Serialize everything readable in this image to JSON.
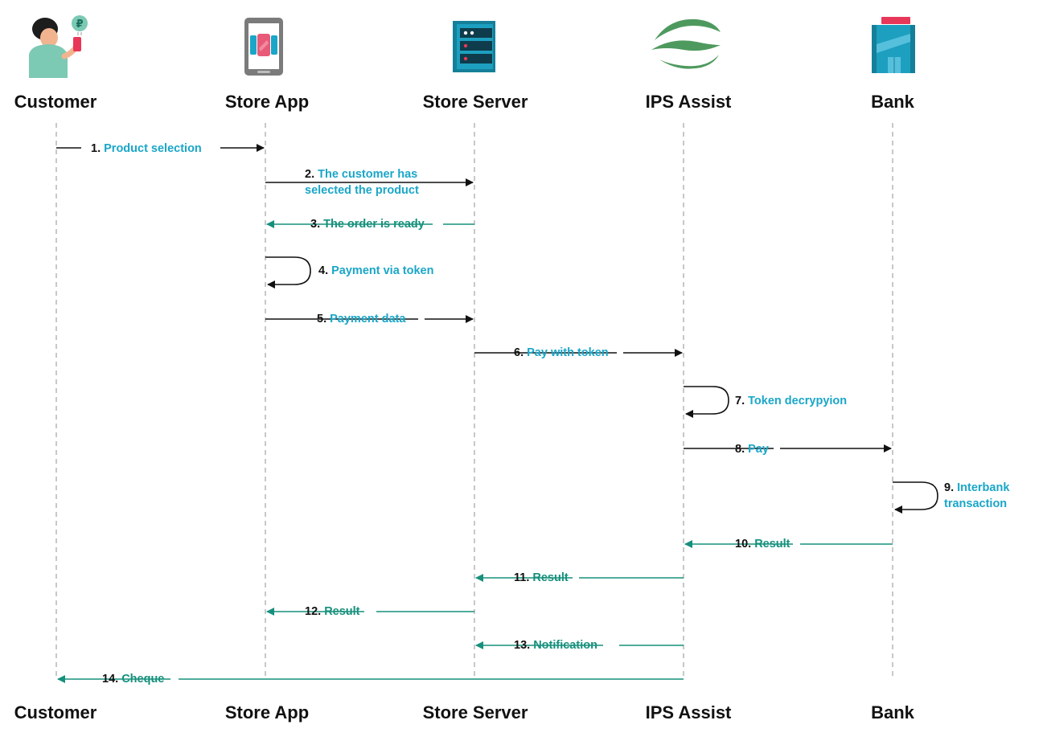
{
  "colors": {
    "forward": "#1aa6c8",
    "response": "#16907c",
    "arrow_black": "#111111",
    "lifeline": "#aaaaaa"
  },
  "actors": [
    {
      "id": "customer",
      "label": "Customer",
      "icon": "customer-person-icon"
    },
    {
      "id": "store_app",
      "label": "Store App",
      "icon": "smartphone-icon"
    },
    {
      "id": "store_server",
      "label": "Store Server",
      "icon": "server-rack-icon"
    },
    {
      "id": "ips_assist",
      "label": "IPS Assist",
      "icon": "ips-assist-logo-icon"
    },
    {
      "id": "bank",
      "label": "Bank",
      "icon": "bank-building-icon"
    }
  ],
  "currency_symbol": "₽",
  "messages": [
    {
      "num": "1.",
      "lines": [
        "Product selection"
      ],
      "from": 0,
      "to": 1,
      "kind": "forward"
    },
    {
      "num": "2.",
      "lines": [
        "The customer has",
        "selected the product"
      ],
      "from": 1,
      "to": 2,
      "kind": "forward"
    },
    {
      "num": "3.",
      "lines": [
        "The order is ready"
      ],
      "from": 2,
      "to": 1,
      "kind": "response"
    },
    {
      "num": "4.",
      "lines": [
        "Payment via token"
      ],
      "from": 1,
      "to": 1,
      "kind": "forward"
    },
    {
      "num": "5.",
      "lines": [
        "Payment data"
      ],
      "from": 1,
      "to": 2,
      "kind": "forward"
    },
    {
      "num": "6.",
      "lines": [
        "Pay with token"
      ],
      "from": 2,
      "to": 3,
      "kind": "forward"
    },
    {
      "num": "7.",
      "lines": [
        "Token decrypyion"
      ],
      "from": 3,
      "to": 3,
      "kind": "forward"
    },
    {
      "num": "8.",
      "lines": [
        "Pay"
      ],
      "from": 3,
      "to": 4,
      "kind": "forward"
    },
    {
      "num": "9.",
      "lines": [
        "Interbank",
        "transaction"
      ],
      "from": 4,
      "to": 4,
      "kind": "forward"
    },
    {
      "num": "10.",
      "lines": [
        "Result"
      ],
      "from": 4,
      "to": 3,
      "kind": "response"
    },
    {
      "num": "11.",
      "lines": [
        "Result"
      ],
      "from": 3,
      "to": 2,
      "kind": "response"
    },
    {
      "num": "12.",
      "lines": [
        "Result"
      ],
      "from": 2,
      "to": 1,
      "kind": "response"
    },
    {
      "num": "13.",
      "lines": [
        "Notification"
      ],
      "from": 3,
      "to": 2,
      "kind": "response"
    },
    {
      "num": "14.",
      "lines": [
        "Cheque"
      ],
      "from": 3,
      "to": 0,
      "kind": "response"
    }
  ]
}
